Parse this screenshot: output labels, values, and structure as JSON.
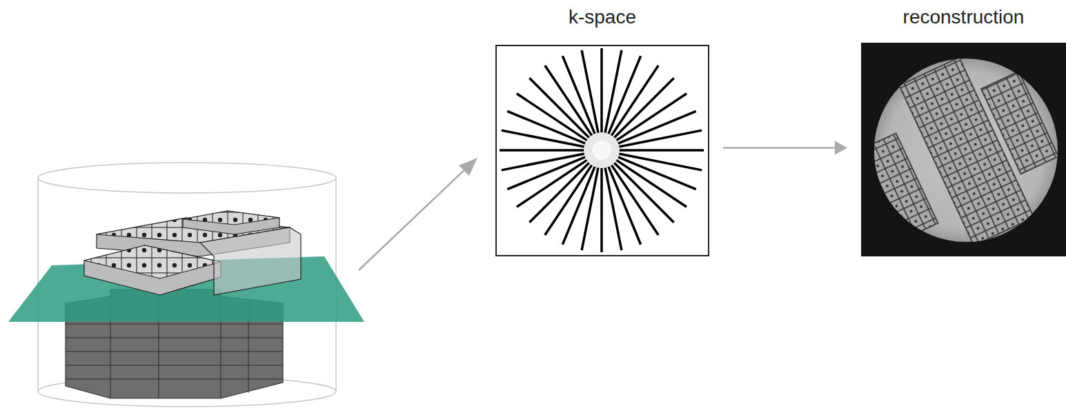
{
  "diagram": {
    "nodes": [
      {
        "text": [
          "k-space"
        ]
      },
      {
        "text": [
          "reconstruction"
        ]
      }
    ],
    "edges": [
      {
        "from": 0,
        "to": 1,
        "arrow": "to"
      }
    ]
  }
}
